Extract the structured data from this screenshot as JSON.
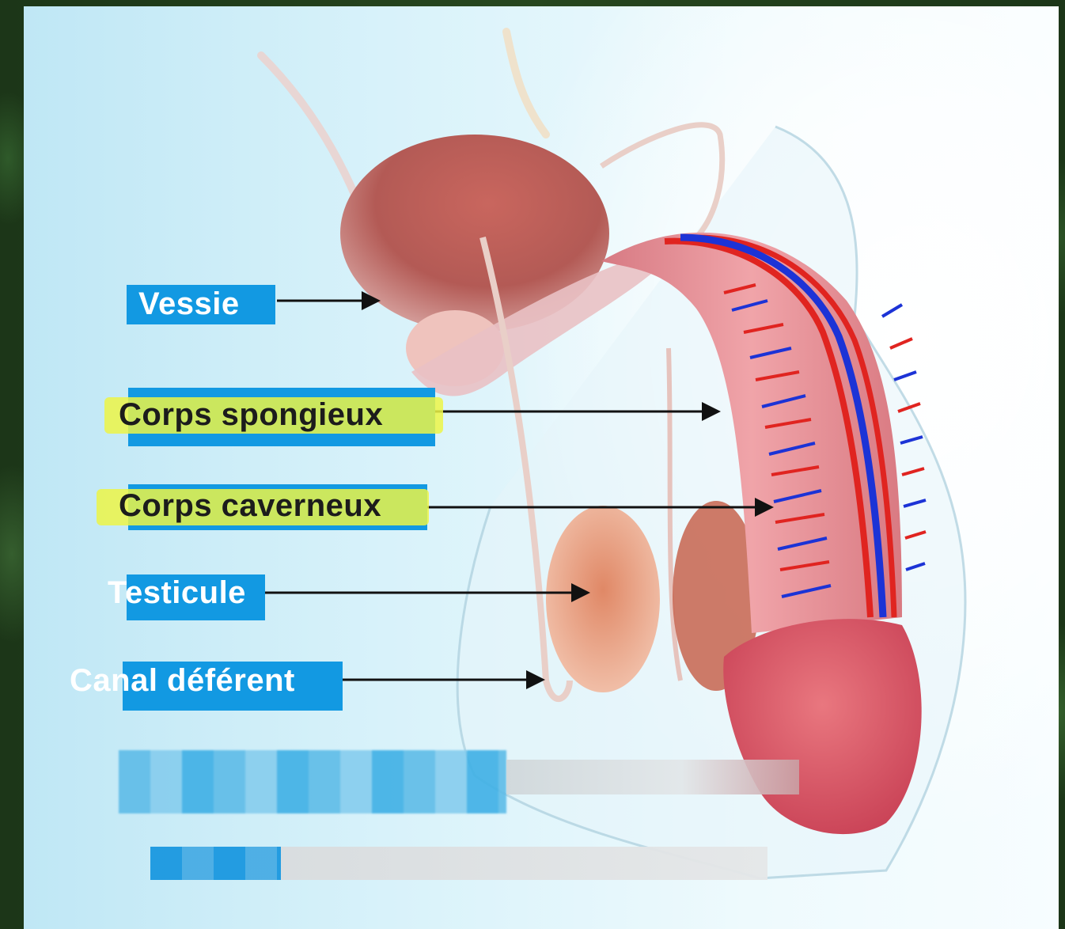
{
  "labels": {
    "vessie": "Vessie",
    "corps_spongieux": "Corps spongieux",
    "corps_caverneux": "Corps caverneux",
    "testicule": "Testicule",
    "canal_deferent": "Canal déférent"
  },
  "colors": {
    "label_bg": "#1299e2",
    "highlight": "#ecf546",
    "artery": "#e02420",
    "vein": "#1c33d6"
  }
}
